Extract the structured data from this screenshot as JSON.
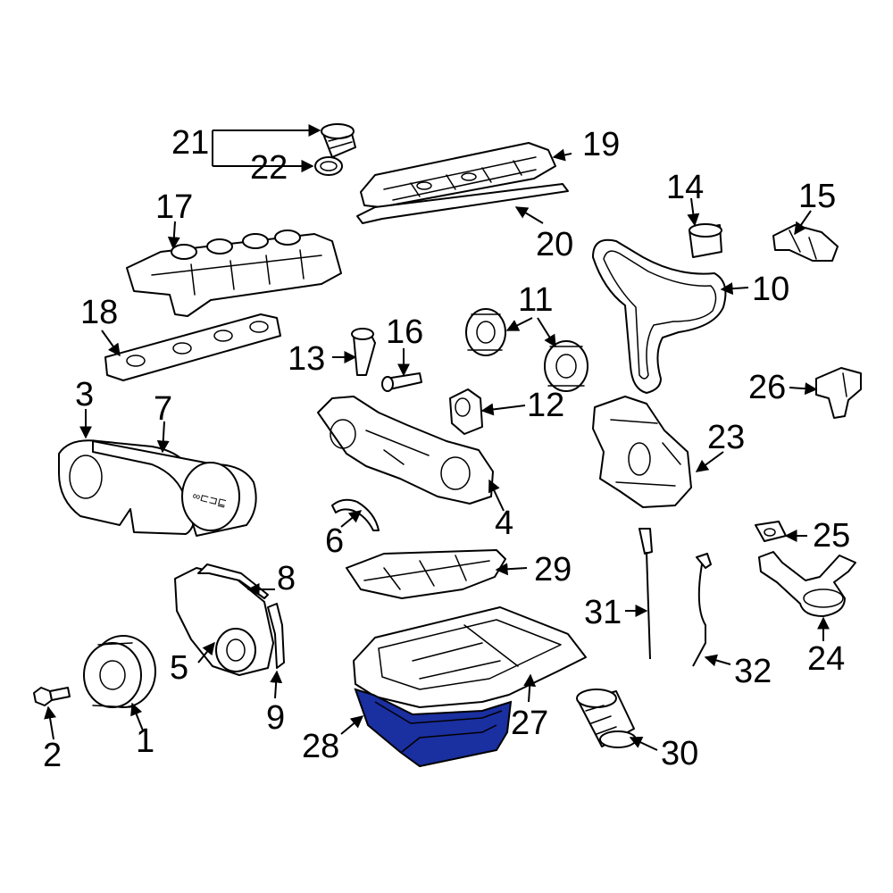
{
  "diagram": {
    "highlight_color": "#1a2fa0",
    "highlighted_part": "28",
    "callouts": [
      "1",
      "2",
      "3",
      "4",
      "5",
      "6",
      "7",
      "8",
      "9",
      "10",
      "11",
      "12",
      "13",
      "14",
      "15",
      "16",
      "17",
      "18",
      "19",
      "20",
      "21",
      "22",
      "23",
      "24",
      "25",
      "26",
      "27",
      "28",
      "29",
      "30",
      "31",
      "32"
    ]
  }
}
